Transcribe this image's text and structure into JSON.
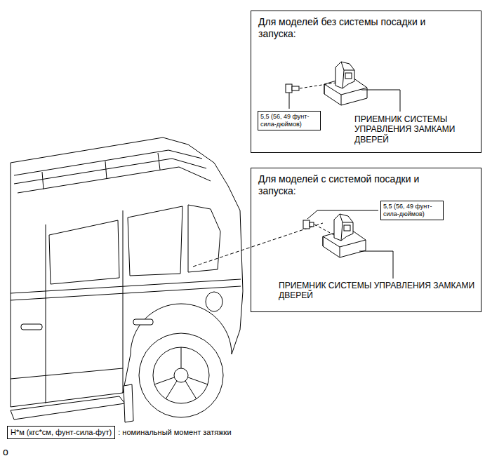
{
  "diagram": {
    "nodes": [
      {
        "text": [
          "Для моделей без системы посадки и запуска:"
        ]
      },
      {
        "text": [
          "5,5 (56, 49 фунт-сила-дюймов)"
        ],
        "in": 0
      },
      {
        "text": [
          "Для моделей с системой посадки и запуска:"
        ]
      },
      {
        "text": [
          "5,5 (56, 49 фунт-сила-дюймов)"
        ],
        "in": 2
      },
      {
        "text": [
          "Н*м (кгс*см, фунт-сила-фут)"
        ]
      }
    ],
    "labels": [
      "ПРИЕМНИК СИСТЕМЫ УПРАВЛЕНИЯ ЗАМКАМИ ДВЕРЕЙ",
      "ПРИЕМНИК СИСТЕМЫ УПРАВЛЕНИЯ ЗАМКАМИ ДВЕРЕЙ",
      ": номинальный момент затяжки",
      "o"
    ]
  }
}
